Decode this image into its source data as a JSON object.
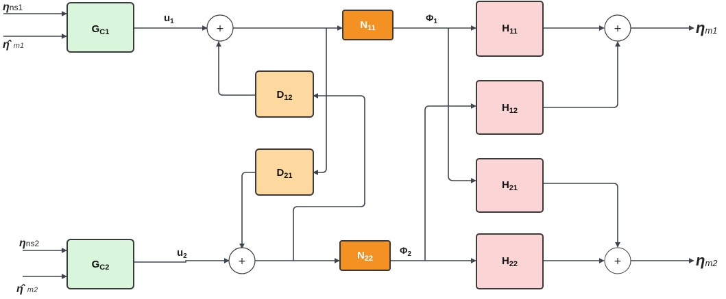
{
  "colors": {
    "controller": "#d9f5dc",
    "delay": "#fdd9a0",
    "nonlinear": "#f39223",
    "plant": "#fbd5d5",
    "stroke": "#3a3a3a",
    "wire": "#3d4450"
  },
  "blocks": {
    "gc1": {
      "main": "G",
      "sub": "C1"
    },
    "gc2": {
      "main": "G",
      "sub": "C2"
    },
    "d12": {
      "main": "D",
      "sub": "12"
    },
    "d21": {
      "main": "D",
      "sub": "21"
    },
    "n11": {
      "main": "N",
      "sub": "11"
    },
    "n22": {
      "main": "N",
      "sub": "22"
    },
    "h11": {
      "main": "H",
      "sub": "11"
    },
    "h12": {
      "main": "H",
      "sub": "12"
    },
    "h21": {
      "main": "H",
      "sub": "21"
    },
    "h22": {
      "main": "H",
      "sub": "22"
    }
  },
  "summers": {
    "sum1": "+",
    "sum2": "+",
    "sum3": "+",
    "sum4": "+"
  },
  "signals": {
    "eta_ns1": {
      "main": "η",
      "sub": "ns1"
    },
    "eta_hat_m1": {
      "main": "η̂",
      "sub": "m1"
    },
    "eta_ns2": {
      "main": "η",
      "sub": "ns2"
    },
    "eta_hat_m2": {
      "main": "η̂",
      "sub": "m2"
    },
    "u1": {
      "main": "u",
      "sub": "1"
    },
    "u2": {
      "main": "u",
      "sub": "2"
    },
    "phi1": {
      "main": "Φ",
      "sub": "1"
    },
    "phi2": {
      "main": "Φ",
      "sub": "2"
    },
    "eta_m1": {
      "main": "η",
      "sub": "m1"
    },
    "eta_m2": {
      "main": "η",
      "sub": "m2"
    }
  }
}
